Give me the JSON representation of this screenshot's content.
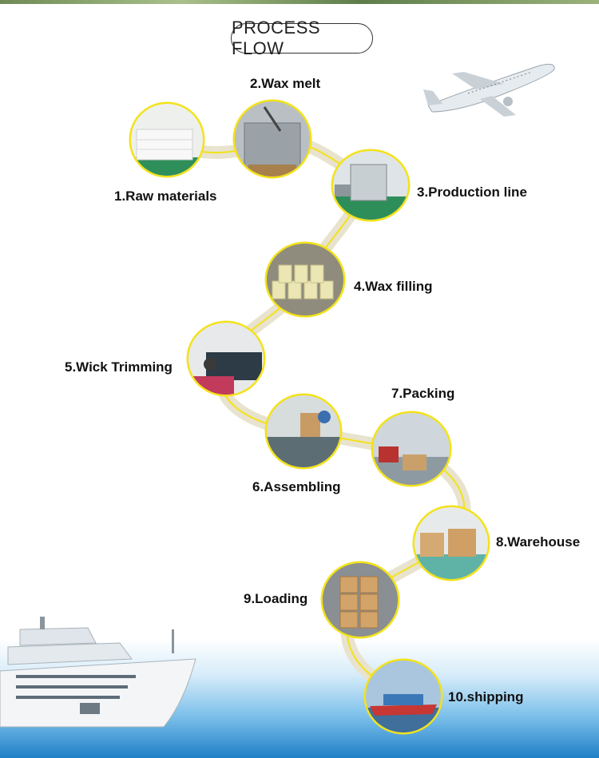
{
  "header": {
    "title": "PROCESS FLOW"
  },
  "steps": [
    {
      "label": "1.Raw materials"
    },
    {
      "label": "2.Wax melt"
    },
    {
      "label": "3.Production line"
    },
    {
      "label": "4.Wax filling"
    },
    {
      "label": "5.Wick Trimming"
    },
    {
      "label": "6.Assembling"
    },
    {
      "label": "7.Packing"
    },
    {
      "label": "8.Warehouse"
    },
    {
      "label": "9.Loading"
    },
    {
      "label": "10.shipping"
    }
  ],
  "colors": {
    "ring": "#f3e21a",
    "road_light": "#e9e2c9",
    "text": "#111111"
  }
}
